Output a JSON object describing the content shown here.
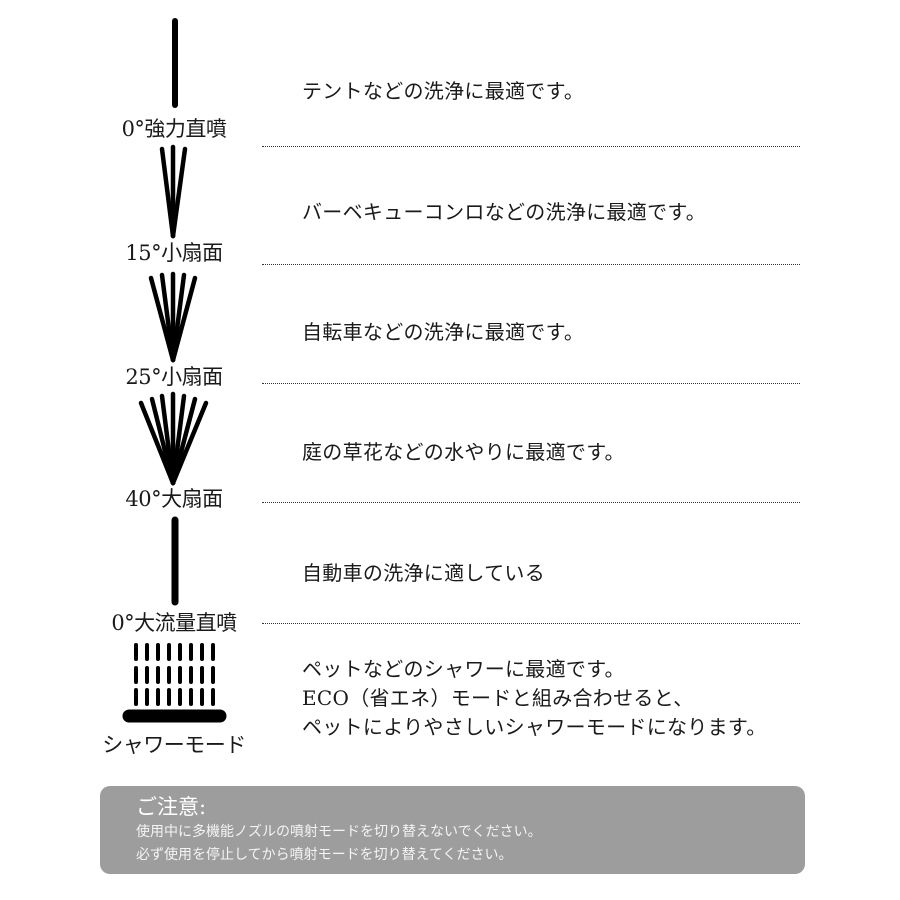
{
  "accent_colors": {
    "icon": "#000000",
    "text": "#1a1a1a",
    "separator": "#333333",
    "notice_bg": "#9d9d9d",
    "notice_text": "#ffffff"
  },
  "modes": [
    {
      "icon": "straight-jet-icon",
      "label": "0°強力直噴",
      "description": "テントなどの洗浄に最適です。"
    },
    {
      "icon": "fan-15-icon",
      "label": "15°小扇面",
      "description": "バーベキューコンロなどの洗浄に最適です。"
    },
    {
      "icon": "fan-25-icon",
      "label": "25°小扇面",
      "description": "自転車などの洗浄に最適です。"
    },
    {
      "icon": "fan-40-icon",
      "label": "40°大扇面",
      "description": "庭の草花などの水やりに最適です。"
    },
    {
      "icon": "high-flow-jet-icon",
      "label": "0°大流量直噴",
      "description": "自動車の洗浄に適している"
    },
    {
      "icon": "shower-icon",
      "label": "シャワーモード",
      "description_lines": [
        "ペットなどのシャワーに最適です。",
        "ECO（省エネ）モードと組み合わせると、",
        "ペットによりやさしいシャワーモードになります。"
      ]
    }
  ],
  "notice": {
    "title": "ご注意:",
    "lines": [
      "使用中に多機能ノズルの噴射モードを切り替えないでください。",
      "必ず使用を停止してから噴射モードを切り替えてください。"
    ]
  }
}
